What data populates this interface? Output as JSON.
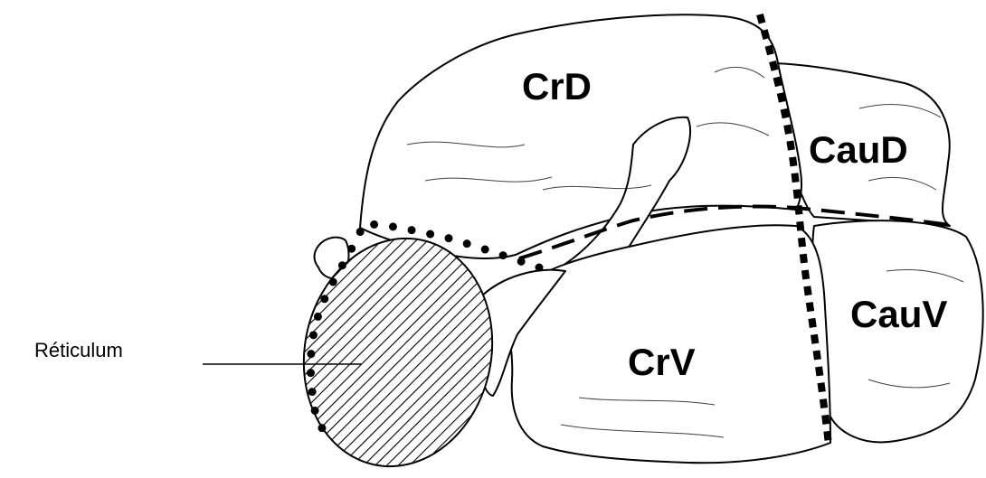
{
  "labels": {
    "crd": "CrD",
    "caud": "CauD",
    "cauv": "CauV",
    "crv": "CrV",
    "reticulum": "Réticulum"
  },
  "colors": {
    "ink": "#000000",
    "background": "#ffffff"
  }
}
